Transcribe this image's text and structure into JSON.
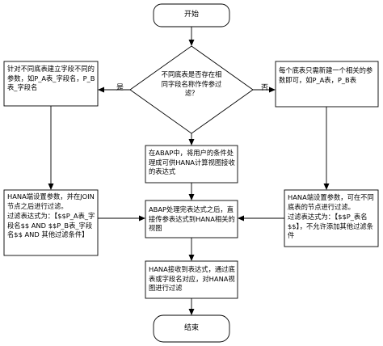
{
  "nodes": {
    "start": "开始",
    "decision": "不同底表是否存在相同字段名称作传参过滤？",
    "left_top": "针对不同底表建立字段不同的参数，如P_A表_字段名，P_B表_字段名",
    "right_top": "每个底表只需新建一个相关的参数即可，如P_A表，P_B表",
    "abap_receive": "在ABAP中，将用户的条件处理成可供HANA计算视图接收的表达式",
    "left_bottom_line1": "HANA端设置参数，并在JOIN节点之后进行过滤。",
    "left_bottom_line2": "过滤表达式为：【$$P_A表_字段名$$ AND $$P_B表_字段名$$ AND 其他过滤条件】",
    "abap_pass": "ABAP处理完表达式之后，直接传参表达式到HANA相关的视图",
    "right_bottom_line1": "HANA端设置参数，可在不同底表的节点进行过滤。",
    "right_bottom_line2": "过滤表达式为：【$$P_表名$$】，不允许添加其他过滤条件",
    "hana_filter": "HANA接收到表达式，通过底表或字段名对应，对HANA视图进行过滤",
    "end": "结束"
  },
  "edge_labels": {
    "yes": "是",
    "no": "否"
  }
}
